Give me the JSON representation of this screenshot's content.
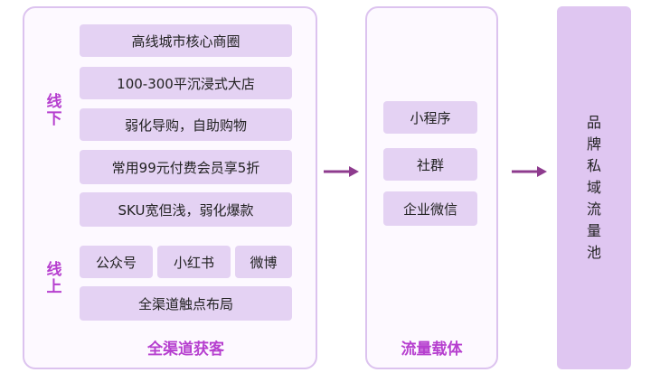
{
  "left_panel": {
    "title": "全渠道获客",
    "offline_label": "线下",
    "online_label": "线上",
    "offline_items": [
      "高线城市核心商圈",
      "100-300平沉浸式大店",
      "弱化导购，自助购物",
      "常用99元付费会员享5折",
      "SKU宽但浅，弱化爆款"
    ],
    "online_channels": [
      "公众号",
      "小红书",
      "微博"
    ],
    "online_layout": "全渠道触点布局"
  },
  "middle_panel": {
    "title": "流量载体",
    "items": [
      "小程序",
      "社群",
      "企业微信"
    ]
  },
  "right_panel": {
    "label": "品牌私域流量池"
  },
  "colors": {
    "accent": "#b63fcf",
    "box_fill": "#e4d2f3",
    "panel_border": "#dcc3ef",
    "arrow": "#8e3b8e"
  }
}
